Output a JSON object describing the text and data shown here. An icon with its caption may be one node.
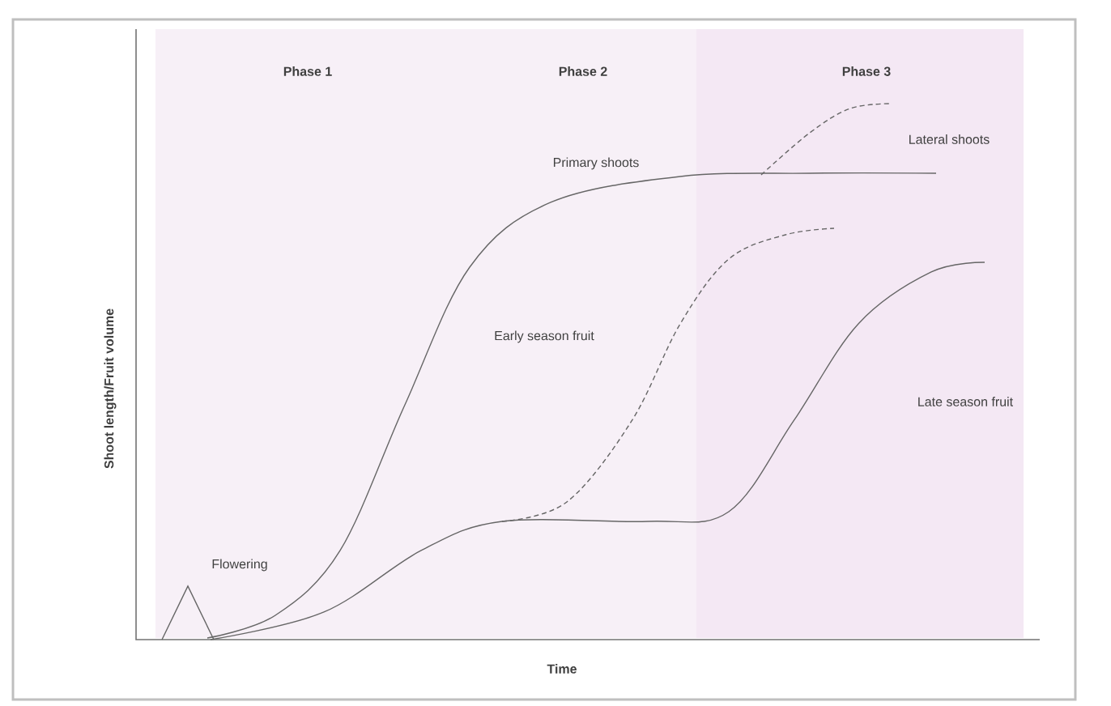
{
  "diagram": {
    "labels": [
      "Phase 1",
      "Phase 2",
      "Phase 3",
      "Lateral shoots",
      "Primary shoots",
      "Early season fruit",
      "Late season fruit",
      "Shoot length/Fruit volume",
      "Flowering",
      "Time"
    ]
  }
}
